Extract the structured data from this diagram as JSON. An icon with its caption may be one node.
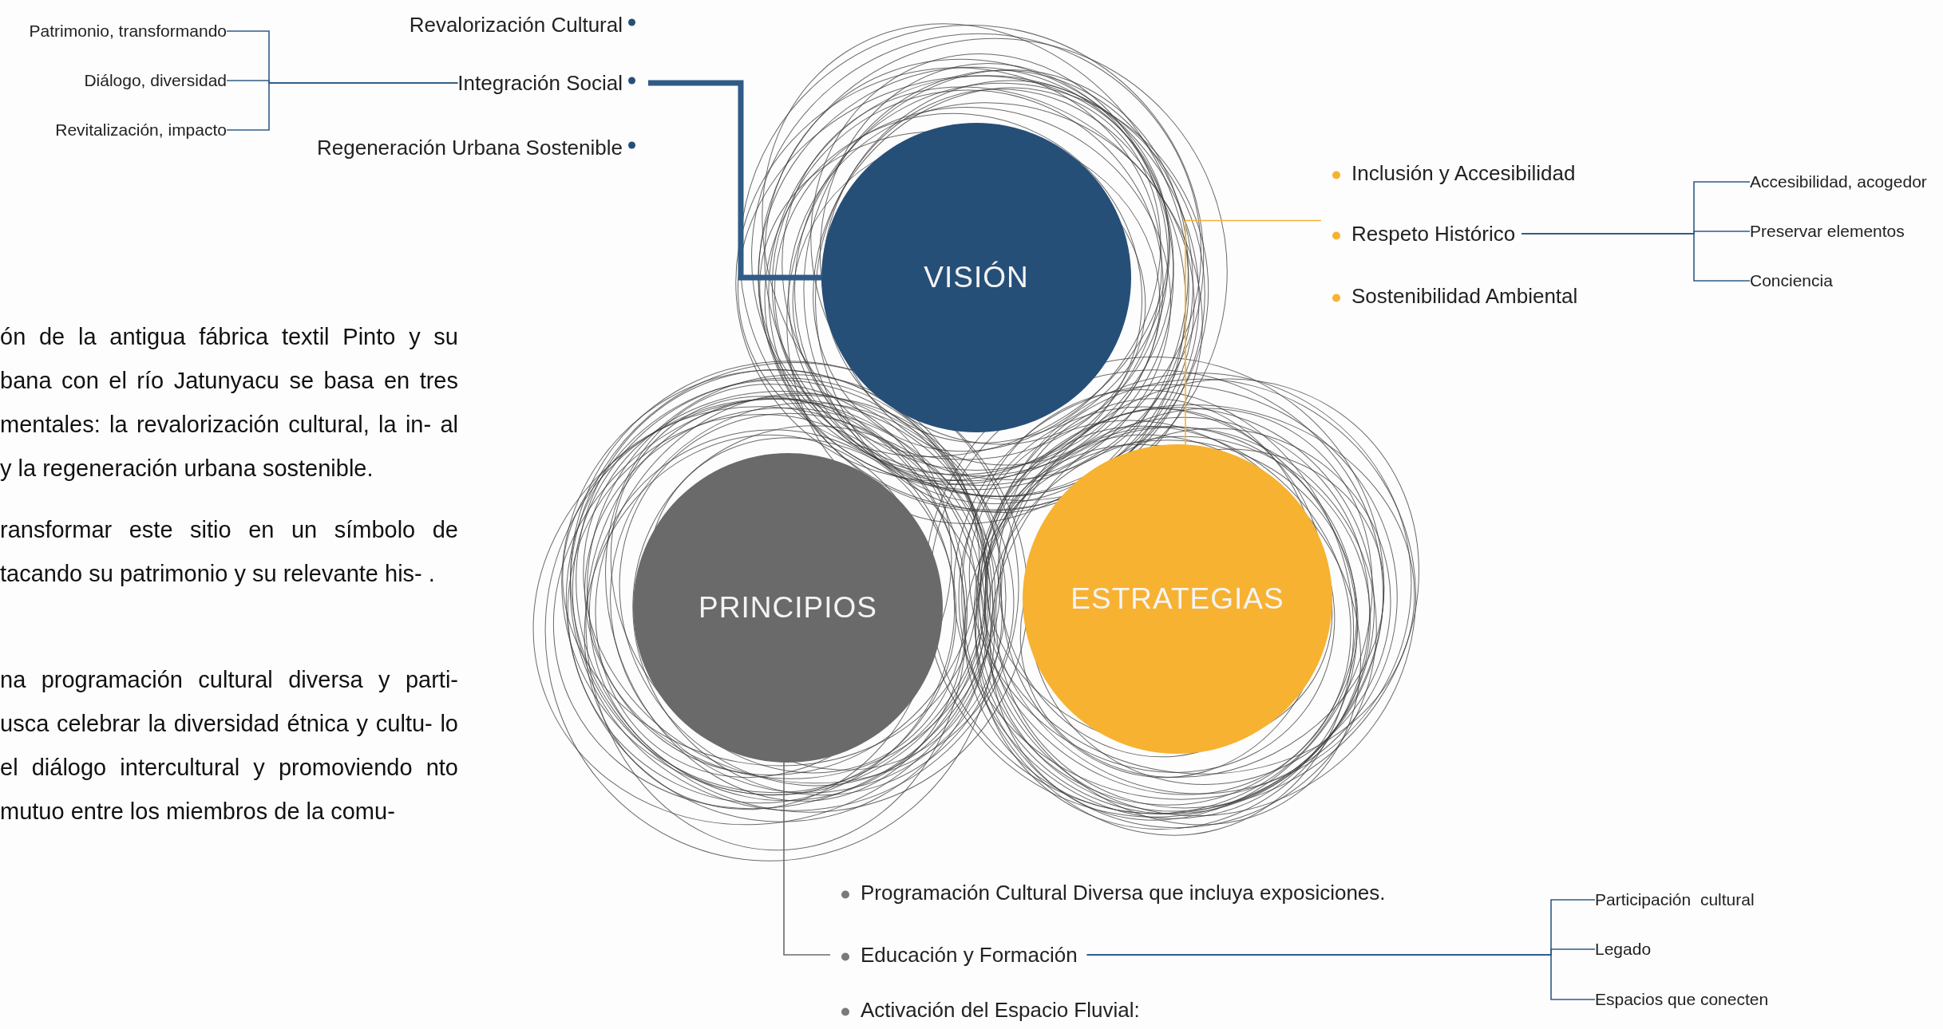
{
  "diagram": {
    "nodes": [
      {
        "text": [
          "Patrimonio, transformando"
        ]
      },
      {
        "text": [
          "Diálogo, diversidad"
        ]
      },
      {
        "text": [
          "Revitalización, impacto"
        ]
      },
      {
        "text": [
          "Revalorización Cultural"
        ]
      },
      {
        "text": [
          "Integración Social"
        ]
      },
      {
        "text": [
          "Regeneración Urbana Sostenible"
        ]
      },
      {
        "text": [
          "VISIÓN"
        ]
      },
      {
        "text": [
          "PRINCIPIOS"
        ]
      },
      {
        "text": [
          "ESTRATEGIAS"
        ]
      },
      {
        "text": [
          "Inclusión y Accesibilidad"
        ]
      },
      {
        "text": [
          "Respeto Histórico"
        ]
      },
      {
        "text": [
          "Sostenibilidad Ambiental"
        ]
      },
      {
        "text": [
          "Accesibilidad, acogedor"
        ]
      },
      {
        "text": [
          "Preservar elementos"
        ]
      },
      {
        "text": [
          "Conciencia"
        ]
      },
      {
        "text": [
          "Programación Cultural Diversa que incluya exposiciones."
        ]
      },
      {
        "text": [
          "Educación y Formación"
        ]
      },
      {
        "text": [
          "Activación del Espacio Fluvial:"
        ]
      },
      {
        "text": [
          "Participación  cultural"
        ]
      },
      {
        "text": [
          "Legado"
        ]
      },
      {
        "text": [
          "Espacios que conecten"
        ]
      }
    ],
    "edges": [
      {
        "from": 4,
        "to": 0,
        "arrow": "none"
      },
      {
        "from": 4,
        "to": 1,
        "arrow": "none"
      },
      {
        "from": 4,
        "to": 2,
        "arrow": "none"
      },
      {
        "from": 4,
        "to": 6,
        "arrow": "none",
        "style": "thick"
      },
      {
        "from": 8,
        "to": 10,
        "arrow": "none",
        "color": "#f7b232"
      },
      {
        "from": 7,
        "to": 16,
        "arrow": "none",
        "color": "#6b6a6a"
      },
      {
        "from": 10,
        "to": 12,
        "arrow": "none"
      },
      {
        "from": 10,
        "to": 13,
        "arrow": "none"
      },
      {
        "from": 10,
        "to": 14,
        "arrow": "none"
      },
      {
        "from": 16,
        "to": 18,
        "arrow": "none"
      },
      {
        "from": 16,
        "to": 19,
        "arrow": "none"
      },
      {
        "from": 16,
        "to": 20,
        "arrow": "none"
      }
    ],
    "labels": [
      "ón de la antigua fábrica textil Pinto y su bana con el río Jatunyacu se basa en tres mentales: la revalorización cultural, la in- al y la regeneración urbana sostenible.",
      "ransformar este sitio en un símbolo de tacando su patrimonio y su relevante his- .",
      "na programación cultural diversa y parti- usca celebrar la diversidad étnica y cultu- lo el diálogo intercultural y promoviendo nto mutuo entre los miembros de la comu-"
    ]
  }
}
